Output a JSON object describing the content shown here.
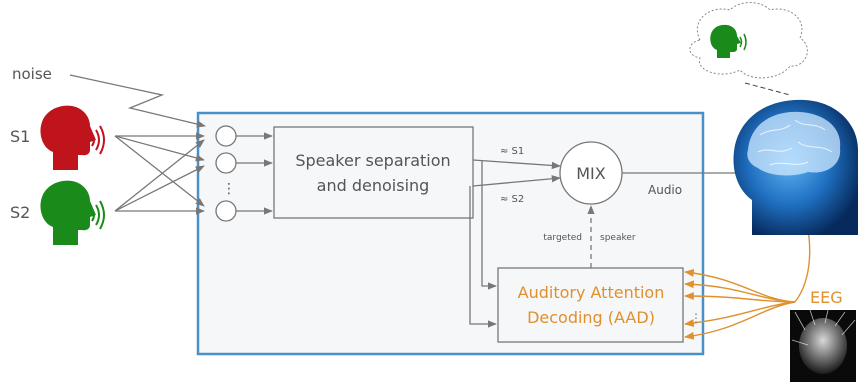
{
  "labels": {
    "noise": "noise",
    "s1": "S1",
    "s2": "S2",
    "separation_line1": "Speaker separation",
    "separation_line2": "and denoising",
    "approx_s1": "≈ S1",
    "approx_s2": "≈ S2",
    "mix": "MIX",
    "audio": "Audio",
    "targeted": "targeted",
    "speaker": "speaker",
    "aad_line1": "Auditory Attention",
    "aad_line2": "Decoding (AAD)",
    "eeg": "EEG",
    "dots": "⋮"
  },
  "colors": {
    "system_border": "#4a90c8",
    "system_fill": "#f6f7f9",
    "line": "#777777",
    "text": "#555555",
    "eeg_orange": "#e0902c",
    "speaker_red": "#c0141c",
    "speaker_green": "#1a8a1a",
    "brain_blue": "#3a8fd8"
  },
  "icons": {
    "speaker1": "speaking-head-icon",
    "speaker2": "speaking-head-icon",
    "thought": "thought-bubble-icon",
    "listener": "human-head-brain-icon",
    "eeg_cap": "eeg-cap-icon"
  }
}
